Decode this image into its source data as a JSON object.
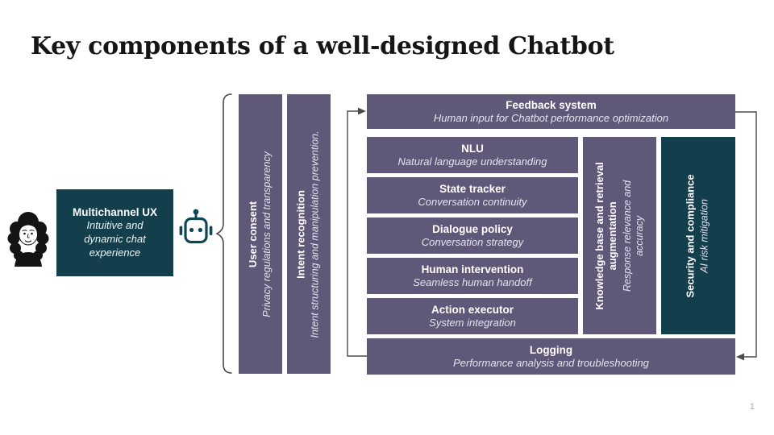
{
  "slide": {
    "title": "Key components of a well-designed Chatbot",
    "page_number": "1"
  },
  "icons": {
    "avatar": "woman-avatar",
    "robot": "chatbot-robot",
    "brace": "curly-brace"
  },
  "user_side": {
    "multichannel": {
      "title": "Multichannel UX",
      "subtitle": "Intuitive and dynamic chat experience"
    }
  },
  "entry_pillars": [
    {
      "title": "User consent",
      "subtitle": "Privacy regulations and transparency"
    },
    {
      "title": "Intent recognition",
      "subtitle": "Intent structuring and manipulation prevention."
    }
  ],
  "engine": {
    "feedback": {
      "title": "Feedback system",
      "subtitle": "Human input for Chatbot performance optimization"
    },
    "pipeline": [
      {
        "title": "NLU",
        "subtitle": "Natural language understanding"
      },
      {
        "title": "State tracker",
        "subtitle": "Conversation continuity"
      },
      {
        "title": "Dialogue policy",
        "subtitle": "Conversation strategy"
      },
      {
        "title": "Human intervention",
        "subtitle": "Seamless human handoff"
      },
      {
        "title": "Action executor",
        "subtitle": "System integration"
      }
    ],
    "knowledge_base": {
      "title": "Knowledge base and retrieval augmentation",
      "subtitle": "Response relevance and accuracy"
    },
    "security": {
      "title": "Security and compliance",
      "subtitle": "AI risk mitigation"
    },
    "logging": {
      "title": "Logging",
      "subtitle": "Performance analysis and troubleshooting"
    }
  },
  "colors": {
    "purple": "#5f5879",
    "teal": "#133f4d",
    "connector": "#4a4a4a",
    "title_text": "#151515"
  }
}
